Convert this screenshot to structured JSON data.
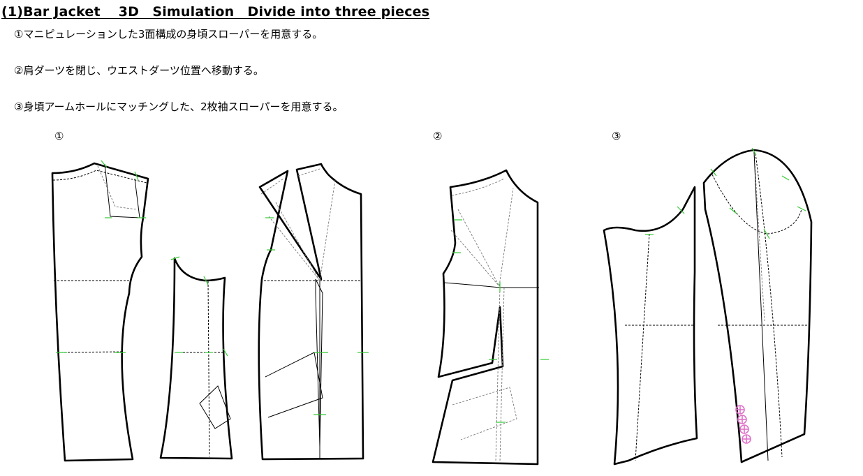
{
  "title": "(1)Bar Jacket　 3D　Simulation　Divide into three pieces",
  "steps": [
    "①マニピュレーションした3面構成の身頃スローパーを用意する。",
    "②肩ダーツを閉じ、ウエストダーツ位置へ移動する。",
    "③身頃アームホールにマッチングした、2枚袖スローパーを用意する。"
  ],
  "figure_labels": [
    "①",
    "②",
    "③"
  ],
  "colors": {
    "outline": "#000000",
    "notch": "#33cc33",
    "button": "#e070c8"
  }
}
